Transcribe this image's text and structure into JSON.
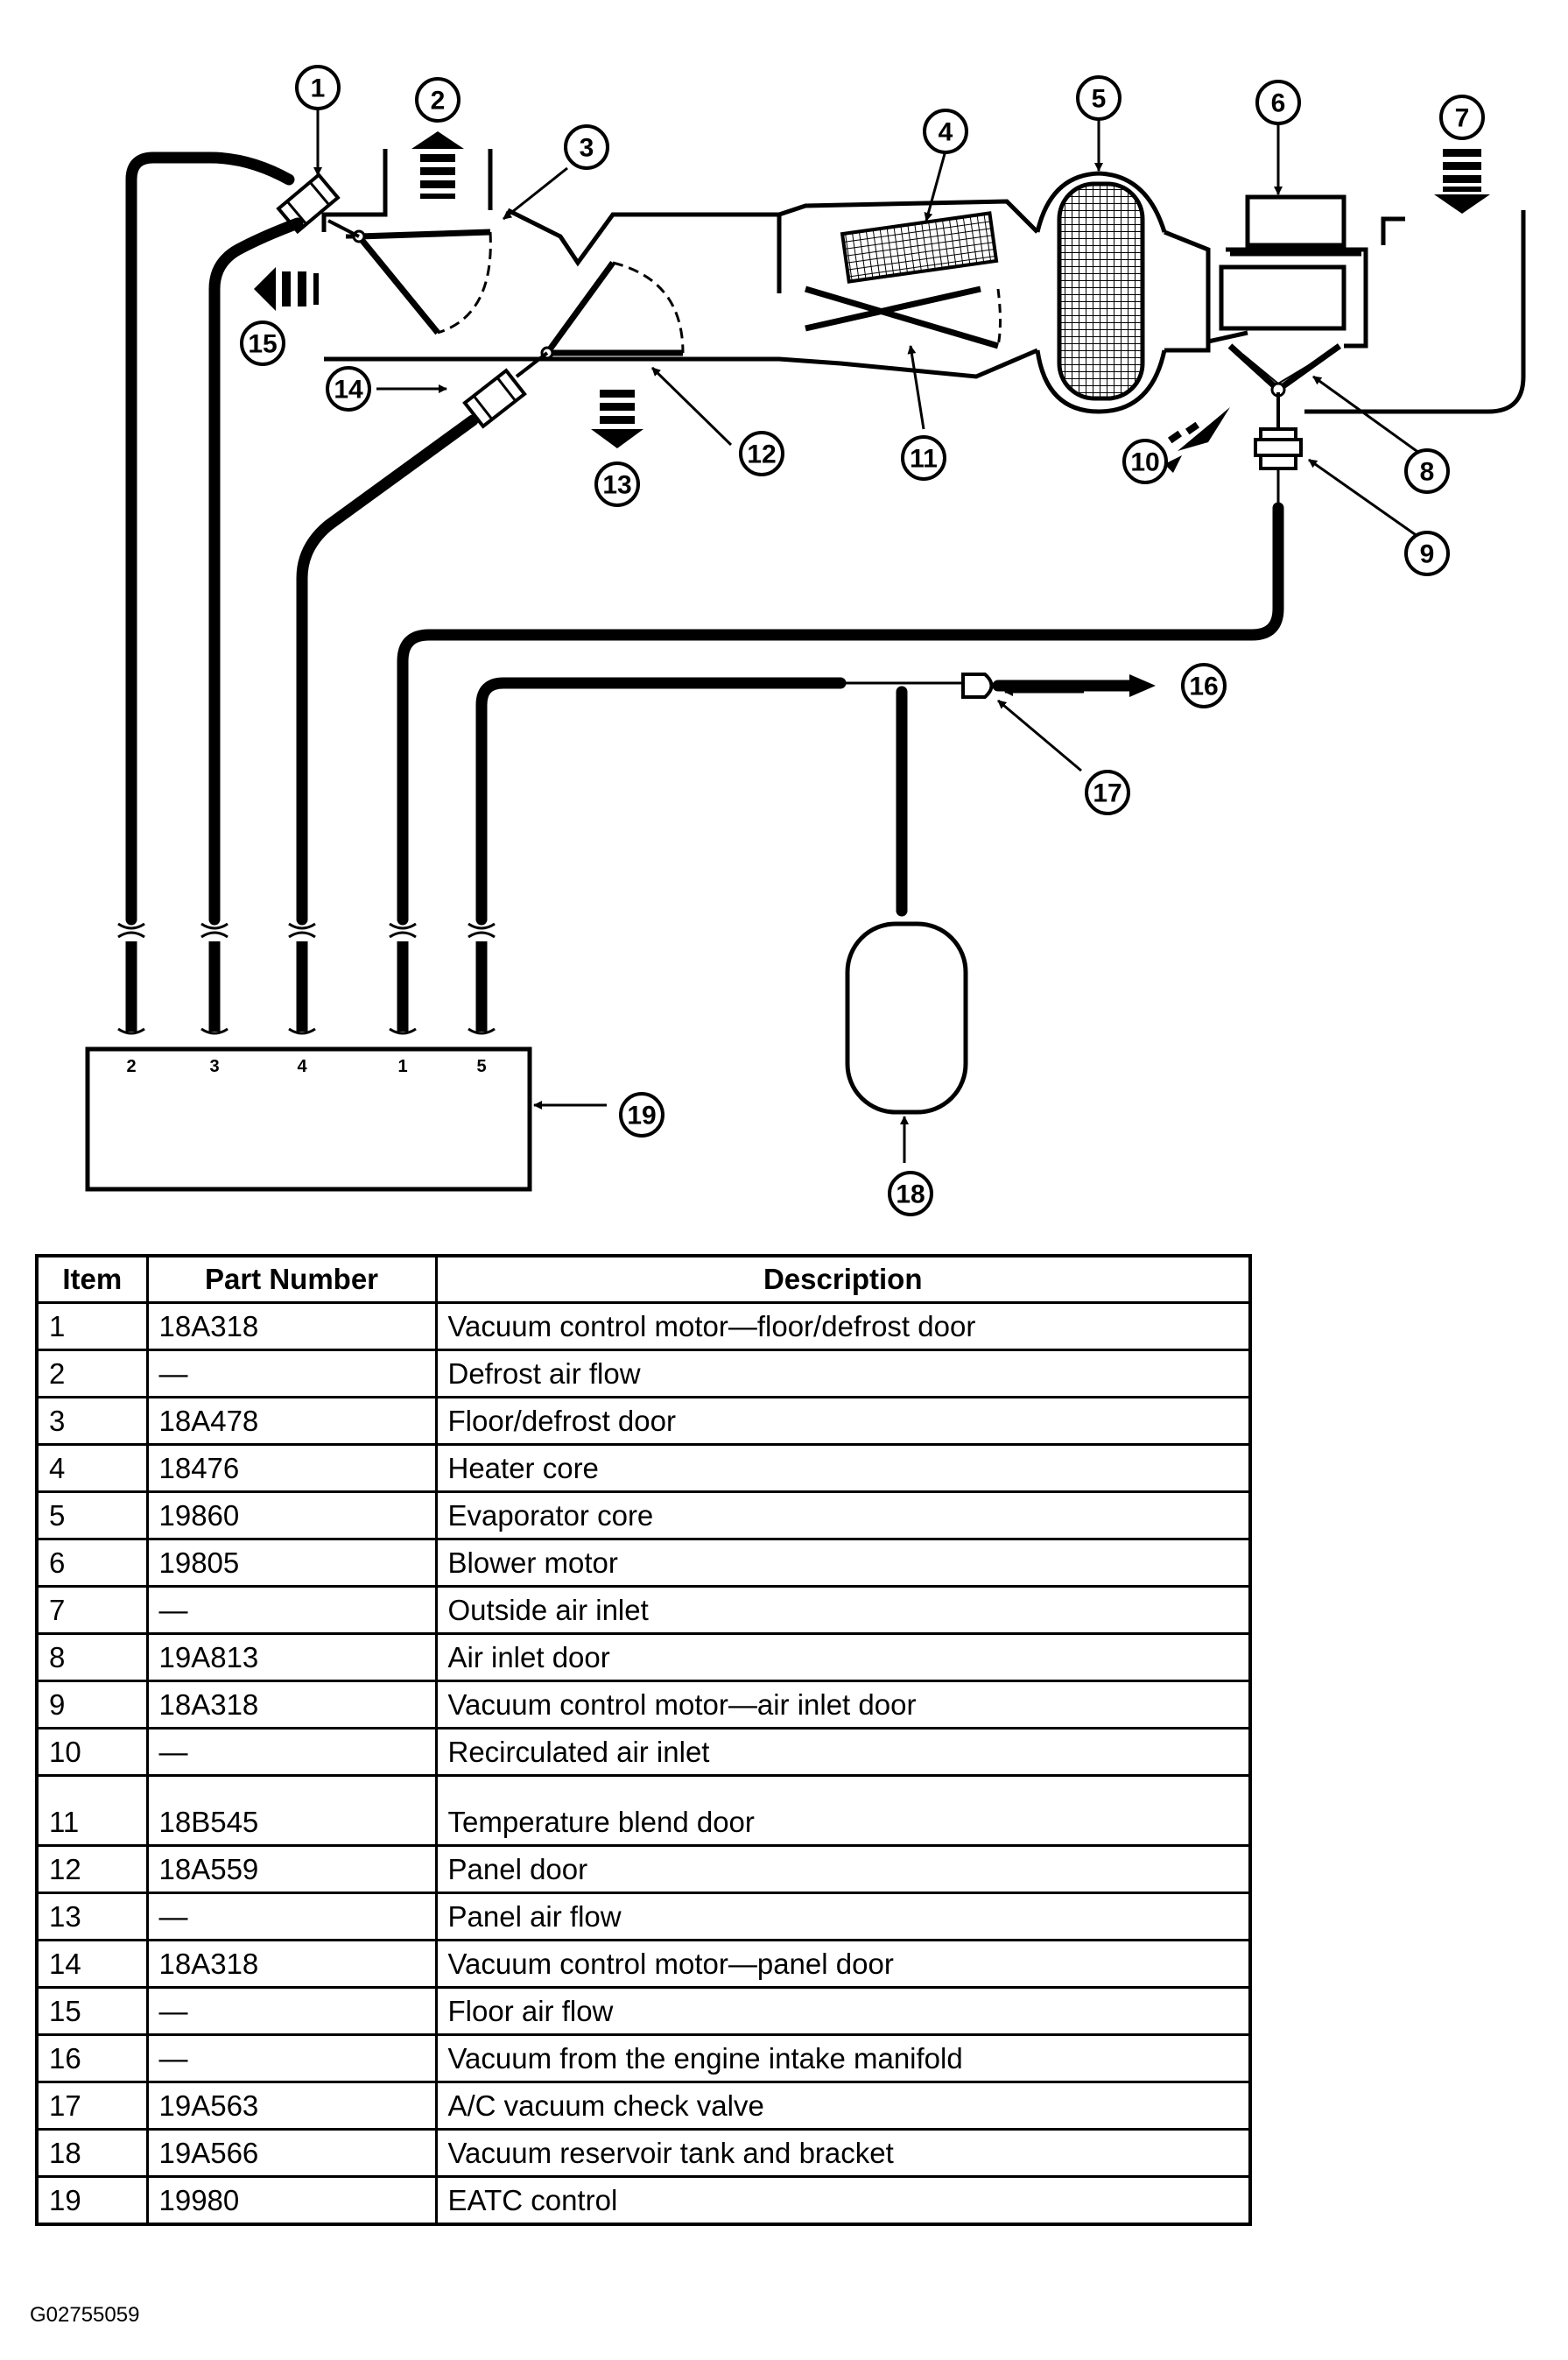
{
  "table": {
    "headers": {
      "item": "Item",
      "part_number": "Part Number",
      "description": "Description"
    },
    "rows": [
      {
        "item": "1",
        "part_number": "18A318",
        "description": "Vacuum control motor—floor/defrost door"
      },
      {
        "item": "2",
        "part_number": "—",
        "description": "Defrost air flow"
      },
      {
        "item": "3",
        "part_number": "18A478",
        "description": "Floor/defrost door"
      },
      {
        "item": "4",
        "part_number": "18476",
        "description": "Heater core"
      },
      {
        "item": "5",
        "part_number": "19860",
        "description": "Evaporator core"
      },
      {
        "item": "6",
        "part_number": "19805",
        "description": "Blower motor"
      },
      {
        "item": "7",
        "part_number": "—",
        "description": "Outside air inlet"
      },
      {
        "item": "8",
        "part_number": "19A813",
        "description": "Air inlet door"
      },
      {
        "item": "9",
        "part_number": "18A318",
        "description": "Vacuum control motor—air inlet door"
      },
      {
        "item": "10",
        "part_number": "—",
        "description": "Recirculated air inlet"
      },
      {
        "item": "11",
        "part_number": "18B545",
        "description": "Temperature blend door"
      },
      {
        "item": "12",
        "part_number": "18A559",
        "description": "Panel door"
      },
      {
        "item": "13",
        "part_number": "—",
        "description": "Panel air flow"
      },
      {
        "item": "14",
        "part_number": "18A318",
        "description": "Vacuum control motor—panel door"
      },
      {
        "item": "15",
        "part_number": "—",
        "description": "Floor air flow"
      },
      {
        "item": "16",
        "part_number": "—",
        "description": "Vacuum from the engine intake manifold"
      },
      {
        "item": "17",
        "part_number": "19A563",
        "description": "A/C vacuum check valve"
      },
      {
        "item": "18",
        "part_number": "19A566",
        "description": "Vacuum reservoir tank and bracket"
      },
      {
        "item": "19",
        "part_number": "19980",
        "description": "EATC control"
      }
    ]
  },
  "diagram": {
    "callouts": [
      "1",
      "2",
      "3",
      "4",
      "5",
      "6",
      "7",
      "8",
      "9",
      "10",
      "11",
      "12",
      "13",
      "14",
      "15",
      "16",
      "17",
      "18",
      "19"
    ],
    "control_pins": [
      "2",
      "3",
      "4",
      "1",
      "5"
    ]
  },
  "figure_id": "G02755059"
}
